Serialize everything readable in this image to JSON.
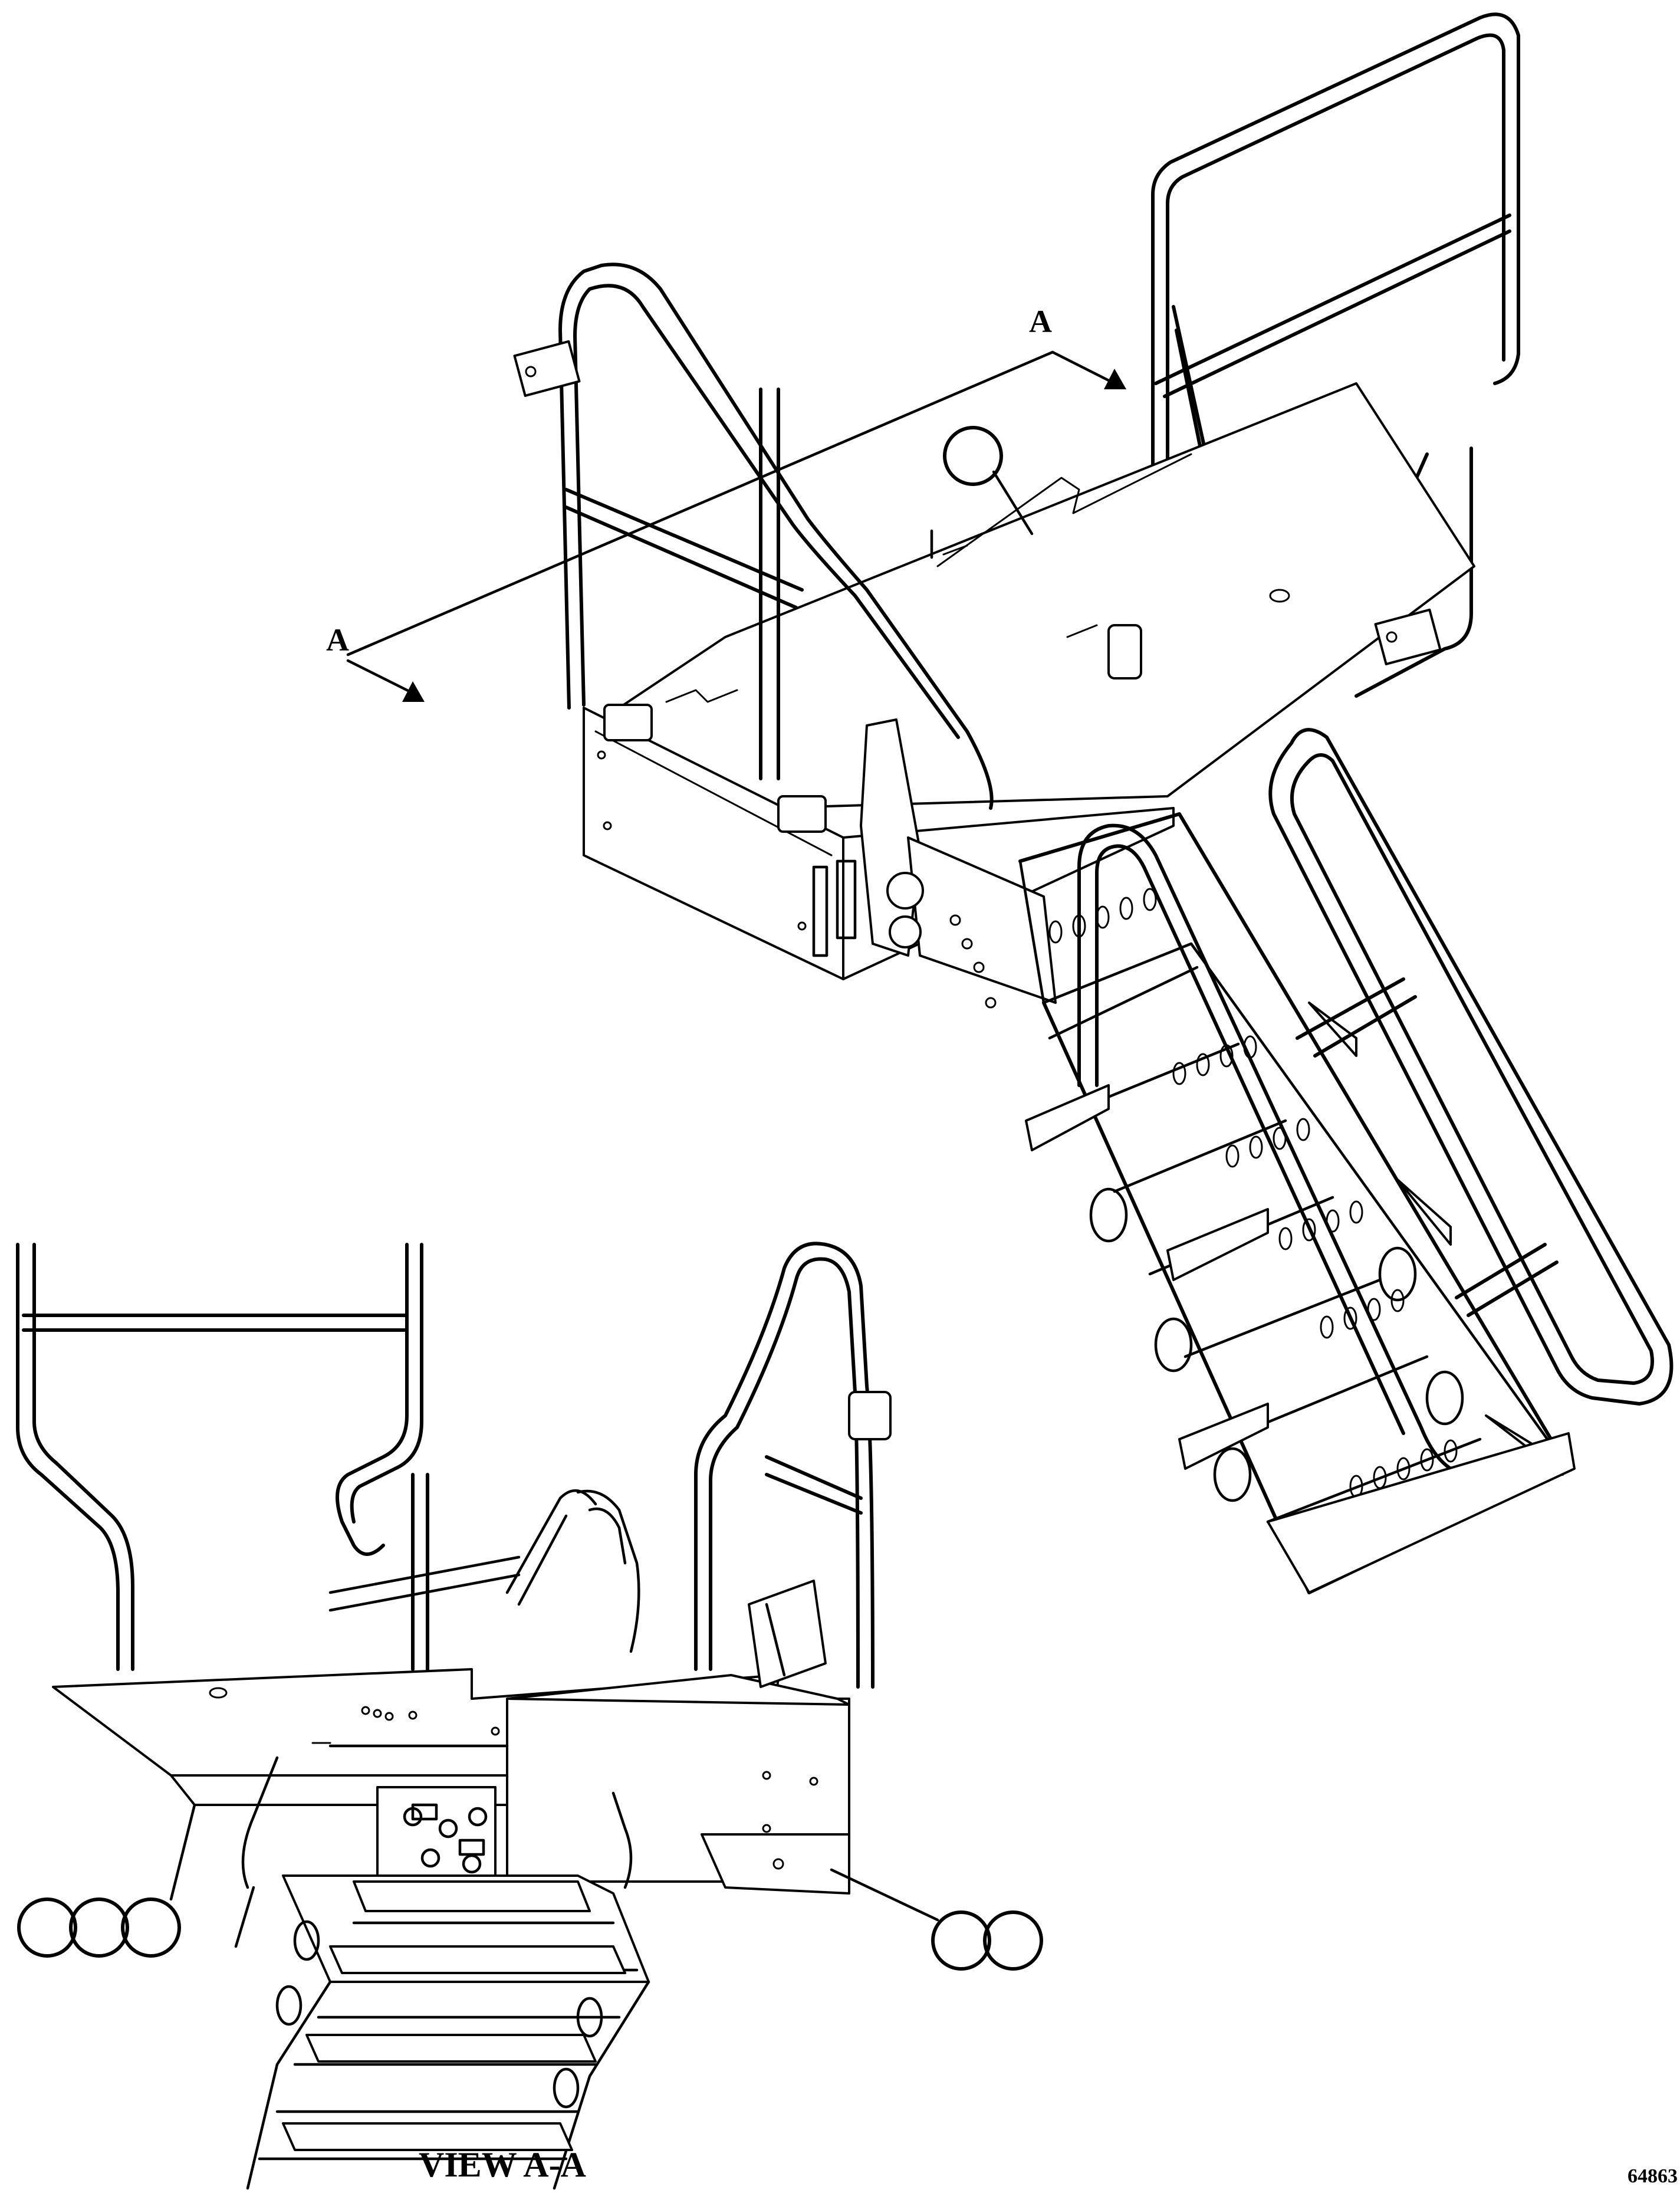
{
  "section_label_top": "A",
  "section_label_left": "A",
  "view_title": "VIEW A-A",
  "figure_number": "64863",
  "callouts": {
    "platform_callout": "",
    "left_group": [
      "",
      "",
      ""
    ],
    "right_group": [
      "",
      ""
    ]
  },
  "colors": {
    "line": "#000000",
    "background": "#ffffff"
  }
}
